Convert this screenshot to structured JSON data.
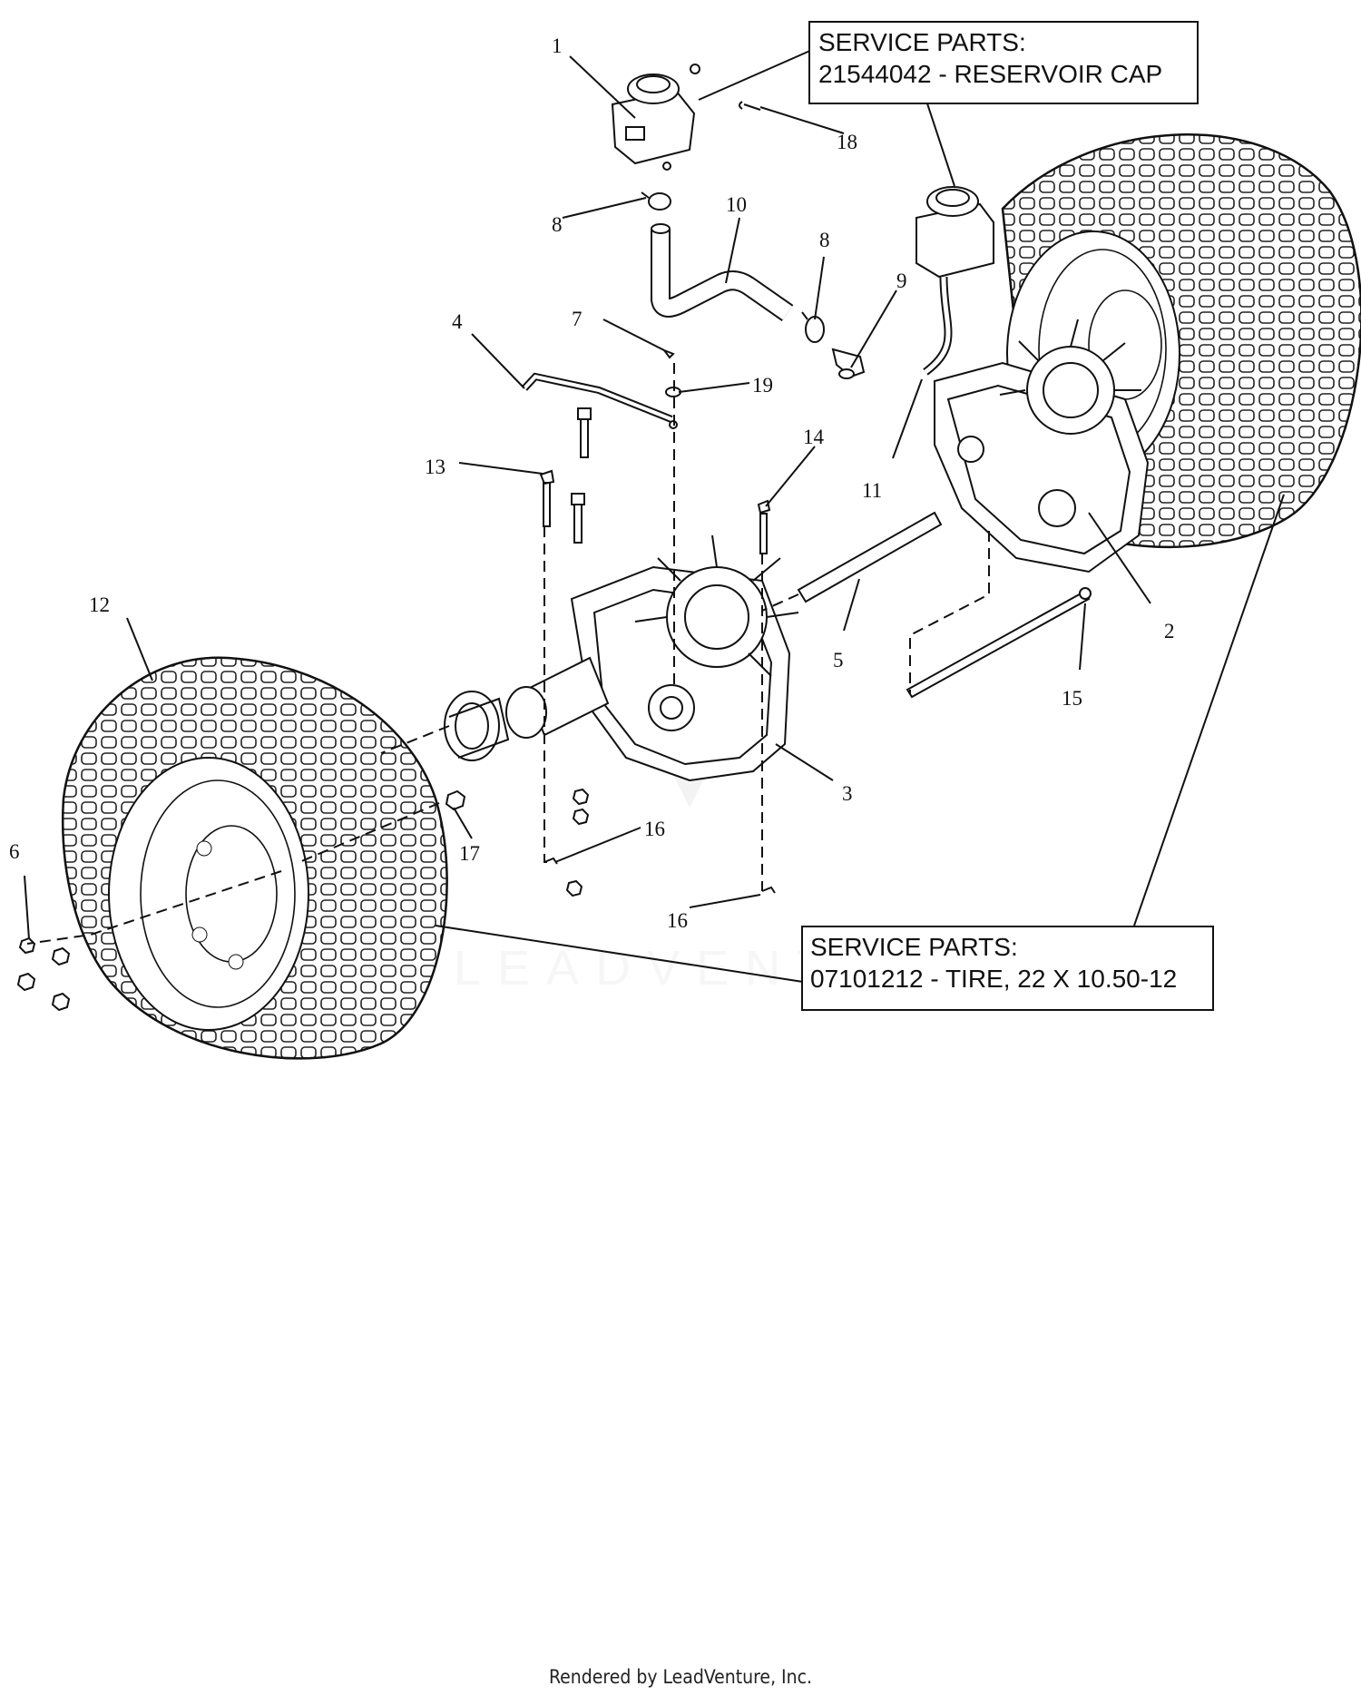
{
  "callouts": [
    {
      "id": "1",
      "label": "1"
    },
    {
      "id": "2",
      "label": "2"
    },
    {
      "id": "3",
      "label": "3"
    },
    {
      "id": "4",
      "label": "4"
    },
    {
      "id": "5",
      "label": "5"
    },
    {
      "id": "6",
      "label": "6"
    },
    {
      "id": "7",
      "label": "7"
    },
    {
      "id": "8a",
      "label": "8"
    },
    {
      "id": "8b",
      "label": "8"
    },
    {
      "id": "9",
      "label": "9"
    },
    {
      "id": "10",
      "label": "10"
    },
    {
      "id": "11",
      "label": "11"
    },
    {
      "id": "12",
      "label": "12"
    },
    {
      "id": "13",
      "label": "13"
    },
    {
      "id": "14",
      "label": "14"
    },
    {
      "id": "15",
      "label": "15"
    },
    {
      "id": "16a",
      "label": "16"
    },
    {
      "id": "16b",
      "label": "16"
    },
    {
      "id": "17",
      "label": "17"
    },
    {
      "id": "18",
      "label": "18"
    },
    {
      "id": "19",
      "label": "19"
    }
  ],
  "service_boxes": {
    "cap": {
      "line1": "SERVICE PARTS:",
      "line2": "21544042 - RESERVOIR CAP"
    },
    "tire": {
      "line1": "SERVICE PARTS:",
      "line2": "07101212 - TIRE, 22 X 10.50-12"
    }
  },
  "watermark": "LEADVENTURE",
  "footer": "Rendered by LeadVenture, Inc."
}
